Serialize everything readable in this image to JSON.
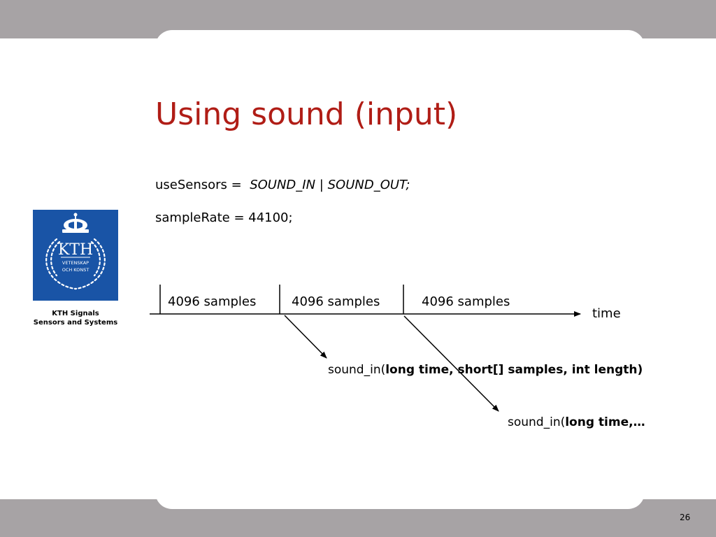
{
  "slide": {
    "title": "Using sound (input)",
    "page_number": "26"
  },
  "code": {
    "sensors_prefix": "useSensors = ",
    "sensor_in": "SOUND_IN",
    "separator": " | ",
    "sensor_out": "SOUND_OUT;",
    "sample_rate": "sampleRate = 44100;"
  },
  "logo": {
    "line1": "KTH Signals",
    "line2": "Sensors and Systems",
    "brand_color": "#1954a6"
  },
  "diagram": {
    "blocks": [
      "4096 samples",
      "4096 samples",
      "4096 samples"
    ],
    "axis_label": "time",
    "call_1_prefix": "sound_in(",
    "call_1_args": "long time, short[] samples, int length)",
    "call_2_prefix": "sound_in(",
    "call_2_args": "long time,…"
  },
  "colors": {
    "title": "#b01d16",
    "frame": "#a7a3a5"
  }
}
